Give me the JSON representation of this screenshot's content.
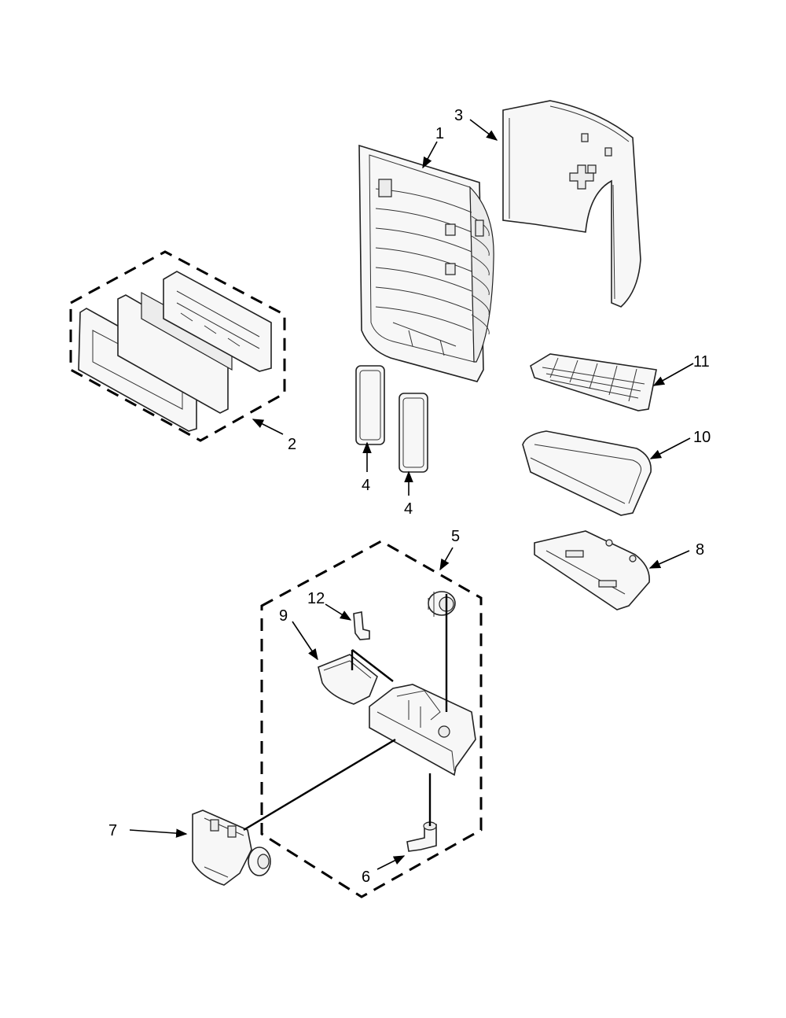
{
  "callouts": {
    "c1": "1",
    "c2": "2",
    "c3": "3",
    "c4a": "4",
    "c4b": "4",
    "c5": "5",
    "c6": "6",
    "c7": "7",
    "c8": "8",
    "c9": "9",
    "c10": "10",
    "c11": "11",
    "c12": "12"
  },
  "colors": {
    "line": "#000000",
    "part_fill": "#f7f7f7",
    "background": "#ffffff"
  }
}
